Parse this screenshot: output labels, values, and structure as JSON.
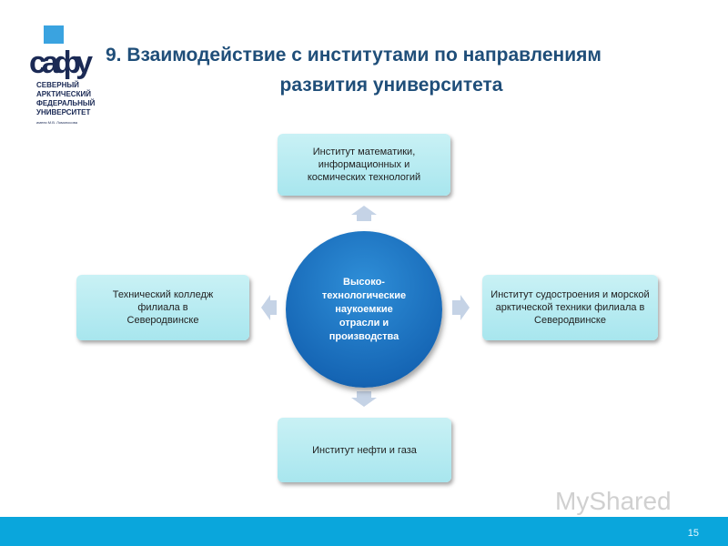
{
  "logo": {
    "text": "сафу",
    "subtitle": "СЕВЕРНЫЙ (АРКТИЧЕСКИЙ) ФЕДЕРАЛЬНЫЙ УНИВЕРСИТЕТ имени М.В. Ломоносова"
  },
  "title": {
    "line1": "9. Взаимодействие с институтами по направлениям",
    "line2": "развития университета"
  },
  "center": "Высоко-технологические наукоемкие отрасли и производства",
  "nodes": {
    "top": "Институт математики, информационных и космических технологий",
    "left": "Технический колледж филиала в Северодвинске",
    "right": "Институт судостроения и морской арктической техники филиала в Северодвинске",
    "bottom": "Институт нефти и газа"
  },
  "watermark": "MyShared",
  "page_number": "15",
  "colors": {
    "title": "#1f4e79",
    "circle": "#1a6fc0",
    "box": "#b5eaf0",
    "footer": "#0aa6dc"
  }
}
